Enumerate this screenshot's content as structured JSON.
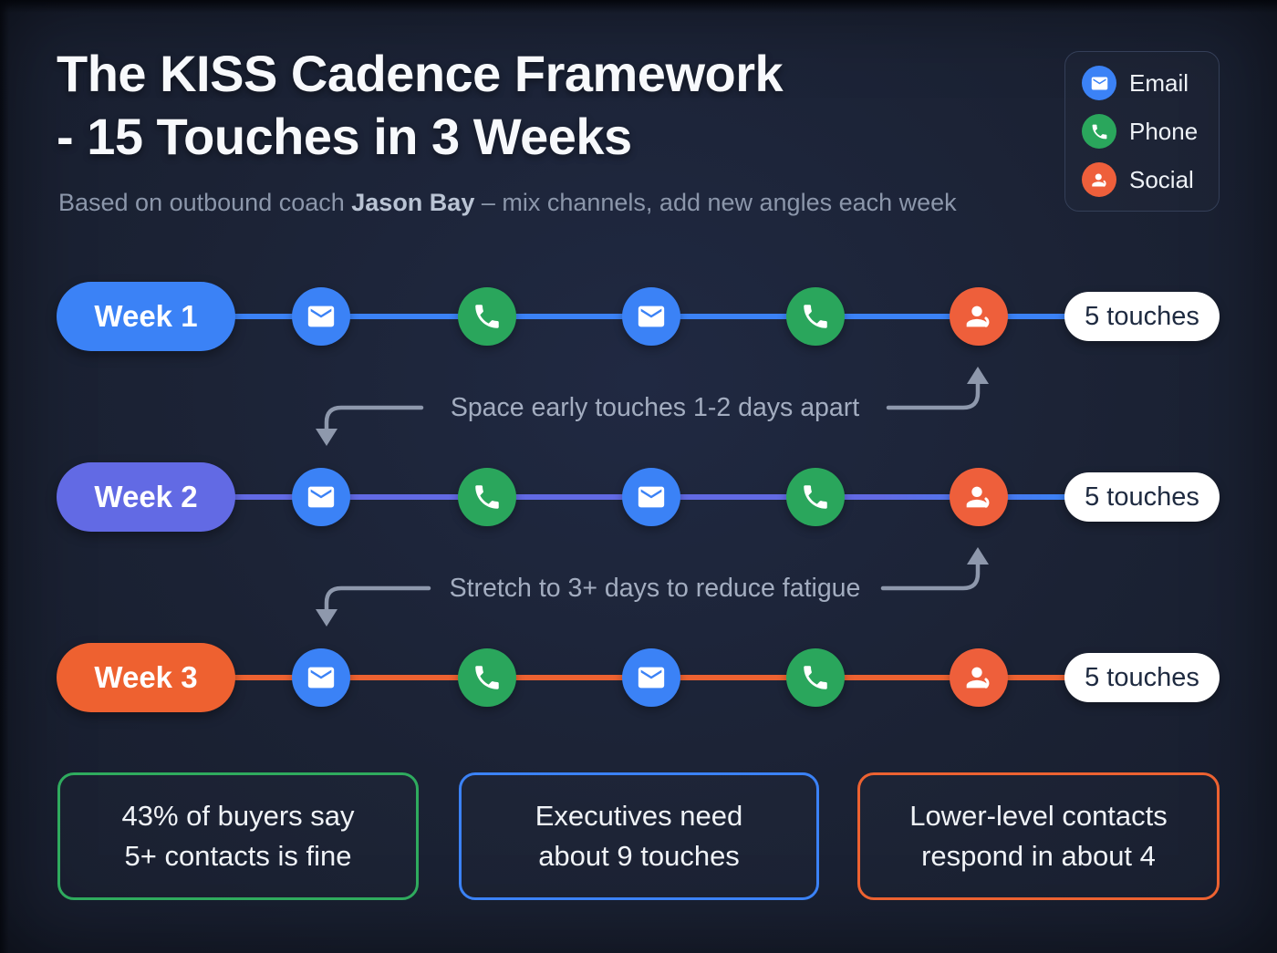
{
  "title": {
    "line1": "The KISS Cadence Framework",
    "line2": "- 15 Touches in 3 Weeks"
  },
  "subtitle": {
    "prefix": "Based on outbound coach ",
    "author": "Jason Bay",
    "suffix": " – mix channels, add new angles each week"
  },
  "legend": {
    "items": [
      {
        "label": "Email",
        "icon": "email-icon",
        "color": "#3b82f6"
      },
      {
        "label": "Phone",
        "icon": "phone-icon",
        "color": "#2aa65c"
      },
      {
        "label": "Social",
        "icon": "social-icon",
        "color": "#ee5f3b"
      }
    ]
  },
  "rows": [
    {
      "label": "Week 1",
      "pill_color": "#3b82f6",
      "line_color": "#3b82f6",
      "touches": [
        "email",
        "phone",
        "email",
        "phone",
        "social"
      ],
      "badge": "5 touches"
    },
    {
      "label": "Week 2",
      "pill_color": "#626ae4",
      "line_color": "#626ae4",
      "touches": [
        "email",
        "phone",
        "email",
        "phone",
        "social"
      ],
      "badge": "5 touches"
    },
    {
      "label": "Week 3",
      "pill_color": "#ee6130",
      "line_color": "#ed6231",
      "touches": [
        "email",
        "phone",
        "email",
        "phone",
        "social"
      ],
      "badge": "5 touches"
    }
  ],
  "annotations": [
    {
      "text": "Space early touches 1-2 days apart"
    },
    {
      "text": "Stretch to 3+ days to reduce fatigue"
    }
  ],
  "stats": [
    {
      "line1": "43% of buyers say",
      "line2": "5+ contacts is fine",
      "border_color": "#2fab5e"
    },
    {
      "line1": "Executives need",
      "line2": "about 9 touches",
      "border_color": "#3b82f6"
    },
    {
      "line1": "Lower-level contacts",
      "line2": "respond in about 4",
      "border_color": "#ed6231"
    }
  ],
  "colors": {
    "background": "#1b2234",
    "email_blue": "#3b82f6",
    "phone_green": "#2aa65c",
    "social_orange": "#ee5f3b",
    "week2_purple": "#626ae4",
    "week3_orange": "#ee6130",
    "badge_bg": "#ffffff",
    "badge_text": "#1e2a40",
    "annotation_gray": "#8e98ac"
  }
}
